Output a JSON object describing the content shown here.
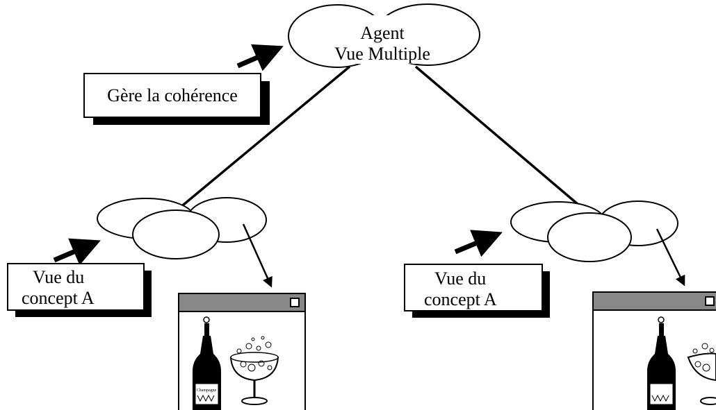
{
  "agent": {
    "line1": "Agent",
    "line2": "Vue Multiple"
  },
  "coherence_box": {
    "label": "Gère la cohérence"
  },
  "left_view": {
    "line1": "Vue du",
    "line2": "concept A"
  },
  "right_view": {
    "line1": "Vue du",
    "line2": "concept A"
  },
  "window_icons": [
    "champagne-bottle-icon",
    "champagne-glass-icon"
  ],
  "bottle_label": "Champagne"
}
